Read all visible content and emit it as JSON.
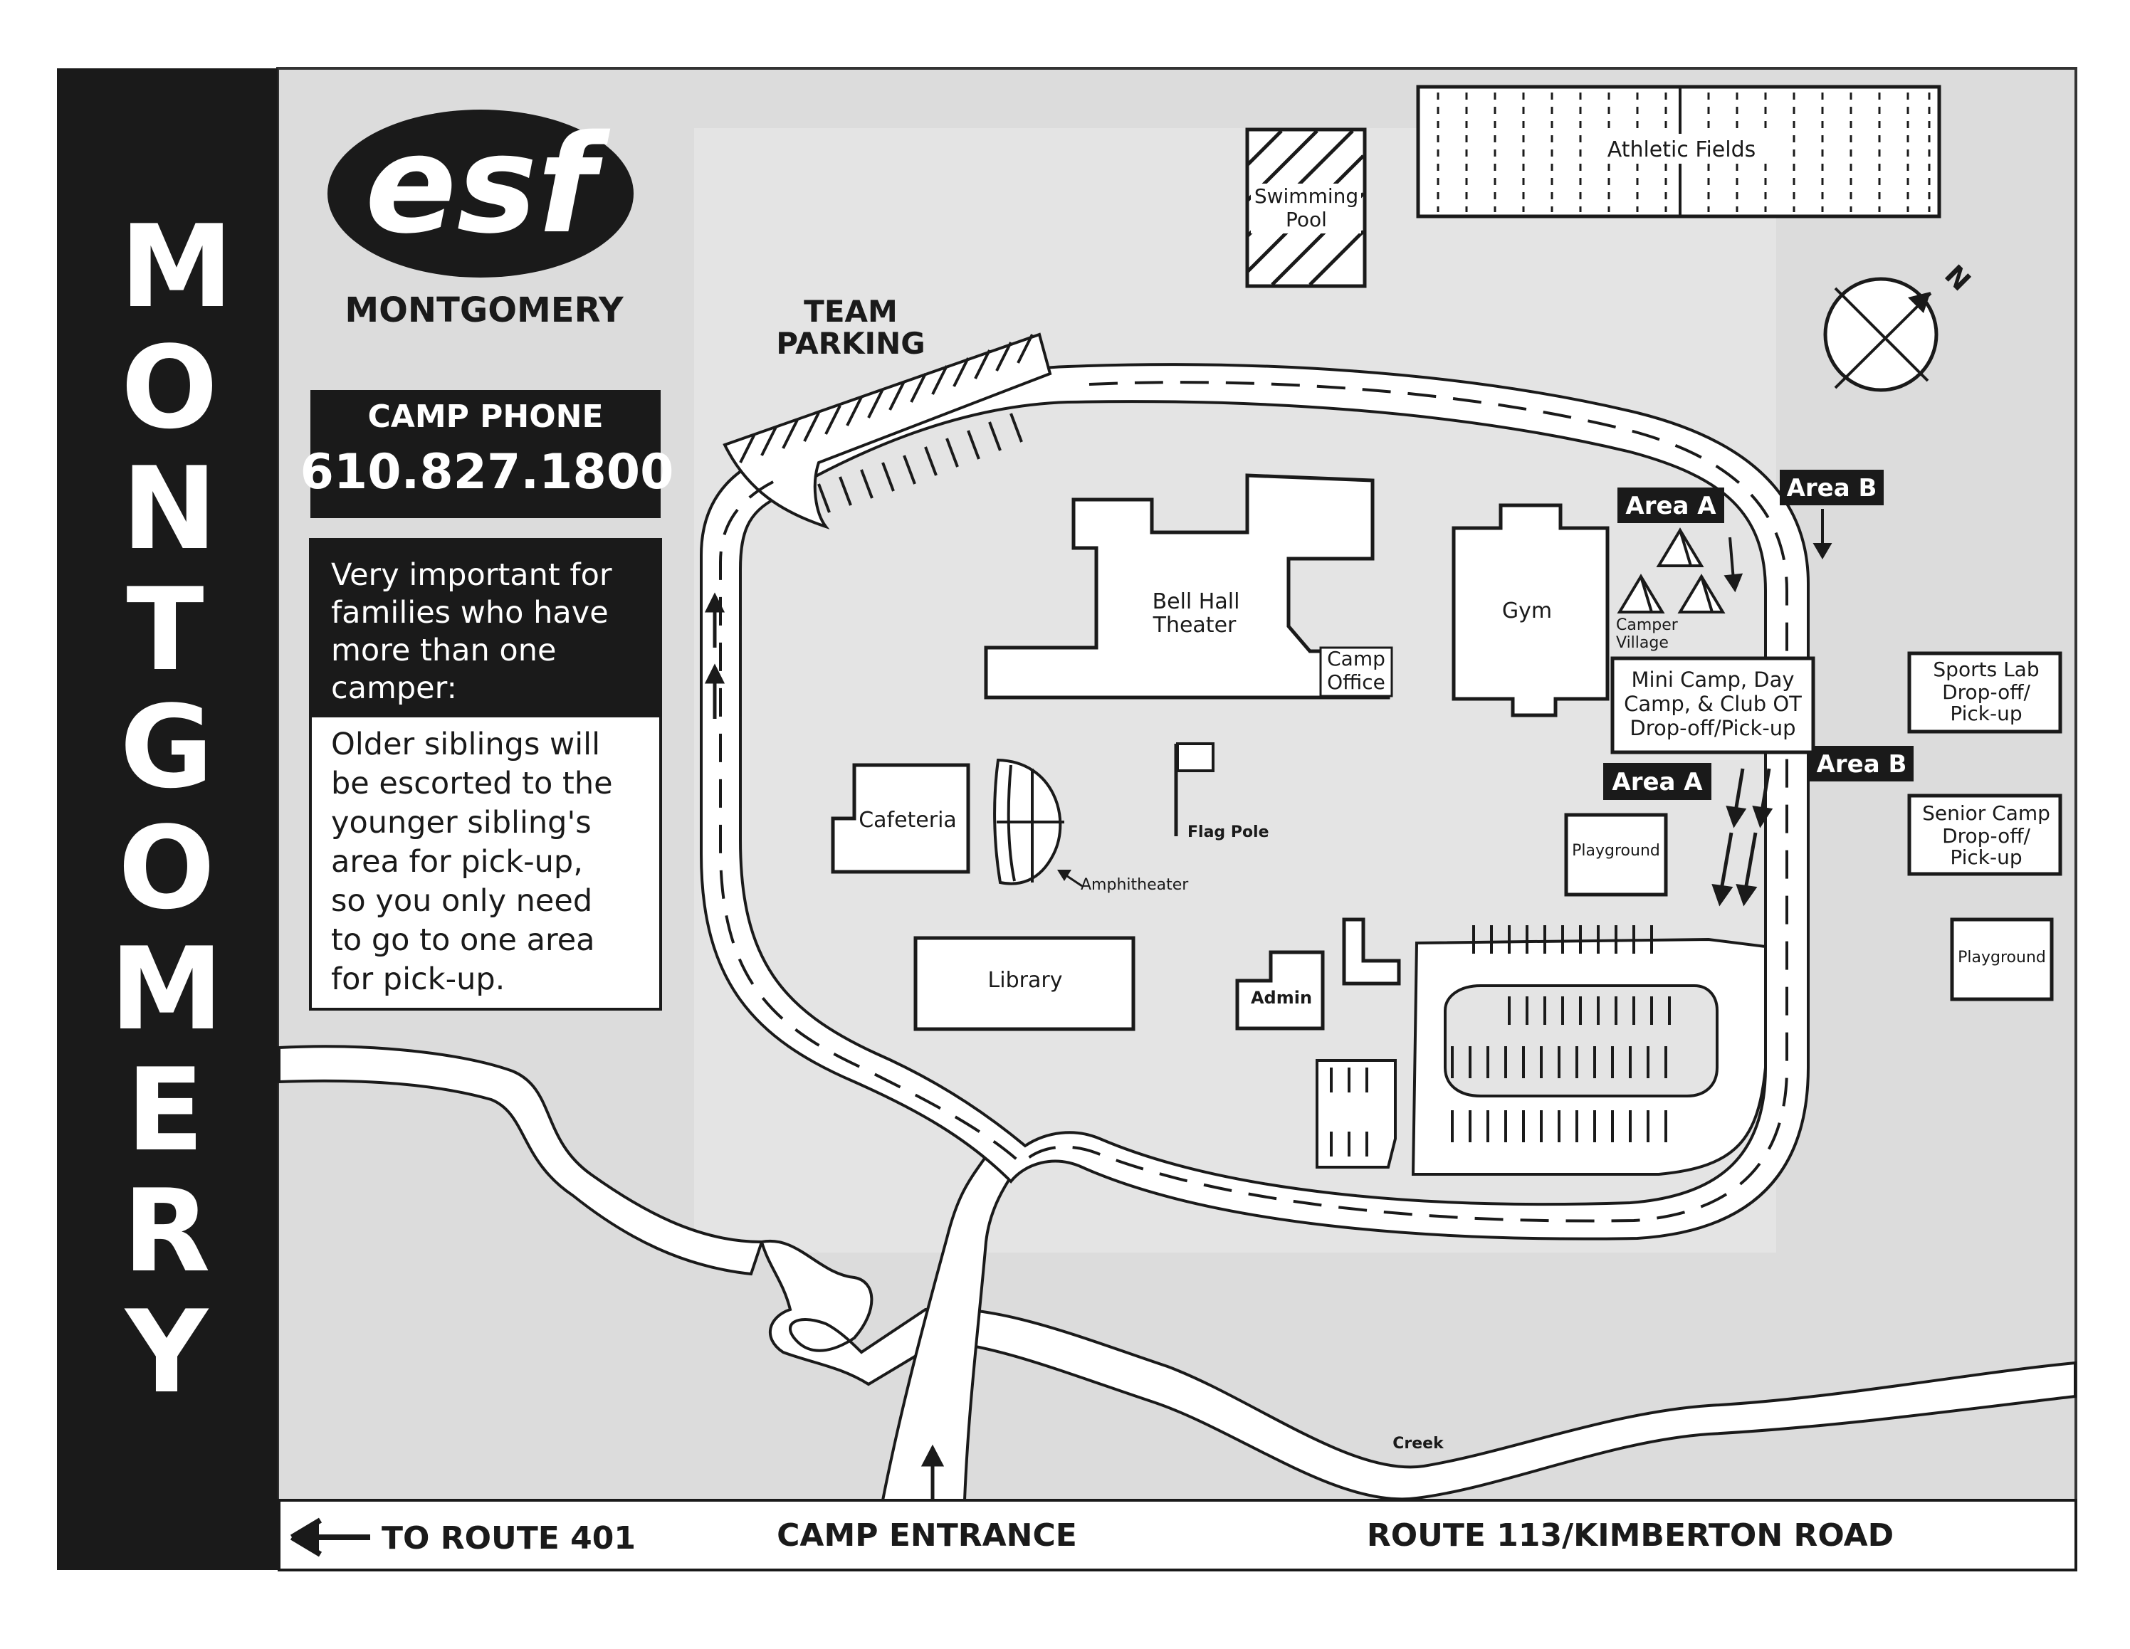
{
  "sidebar": {
    "letters": [
      "M",
      "O",
      "N",
      "T",
      "G",
      "O",
      "M",
      "E",
      "R",
      "Y"
    ]
  },
  "logo": {
    "wordmark": "esf",
    "subtitle": "MONTGOMERY"
  },
  "phone": {
    "title": "CAMP PHONE",
    "number": "610.827.1800"
  },
  "notice": {
    "heading": [
      "Very important for",
      "families who have",
      "more than one",
      "camper:"
    ],
    "body": [
      "Older siblings will",
      "be escorted to the",
      "younger sibling's",
      "area for pick-up,",
      "so you only need",
      "to go to one area",
      "for pick-up."
    ]
  },
  "map": {
    "team_parking": [
      "TEAM",
      "PARKING"
    ],
    "swimming_pool": [
      "Swimming",
      "Pool"
    ],
    "athletic_fields": "Athletic Fields",
    "bell_hall": [
      "Bell Hall",
      "Theater"
    ],
    "camp_office": [
      "Camp",
      "Office"
    ],
    "gym": "Gym",
    "camper_village": [
      "Camper",
      "Village"
    ],
    "area_a": "Area A",
    "area_b": "Area B",
    "mini_camp": [
      "Mini Camp, Day",
      "Camp, & Club OT",
      "Drop-off/Pick-up"
    ],
    "sports_lab": [
      "Sports Lab",
      "Drop-off/",
      "Pick-up"
    ],
    "senior_camp": [
      "Senior Camp",
      "Drop-off/",
      "Pick-up"
    ],
    "playground": "Playground",
    "cafeteria": "Cafeteria",
    "amphitheater": "Amphitheater",
    "flag_pole": "Flag Pole",
    "library": "Library",
    "admin": "Admin",
    "creek": "Creek",
    "compass": "N"
  },
  "footer": {
    "to_route": "TO ROUTE 401",
    "entrance": "CAMP ENTRANCE",
    "road": "ROUTE 113/KIMBERTON ROAD"
  },
  "colors": {
    "sidebar": "#1a1a1a",
    "map_bg": "#dcdcdc",
    "campus_bg": "#e4e4e4",
    "road": "#ffffff",
    "ink": "#1a1a1a"
  }
}
